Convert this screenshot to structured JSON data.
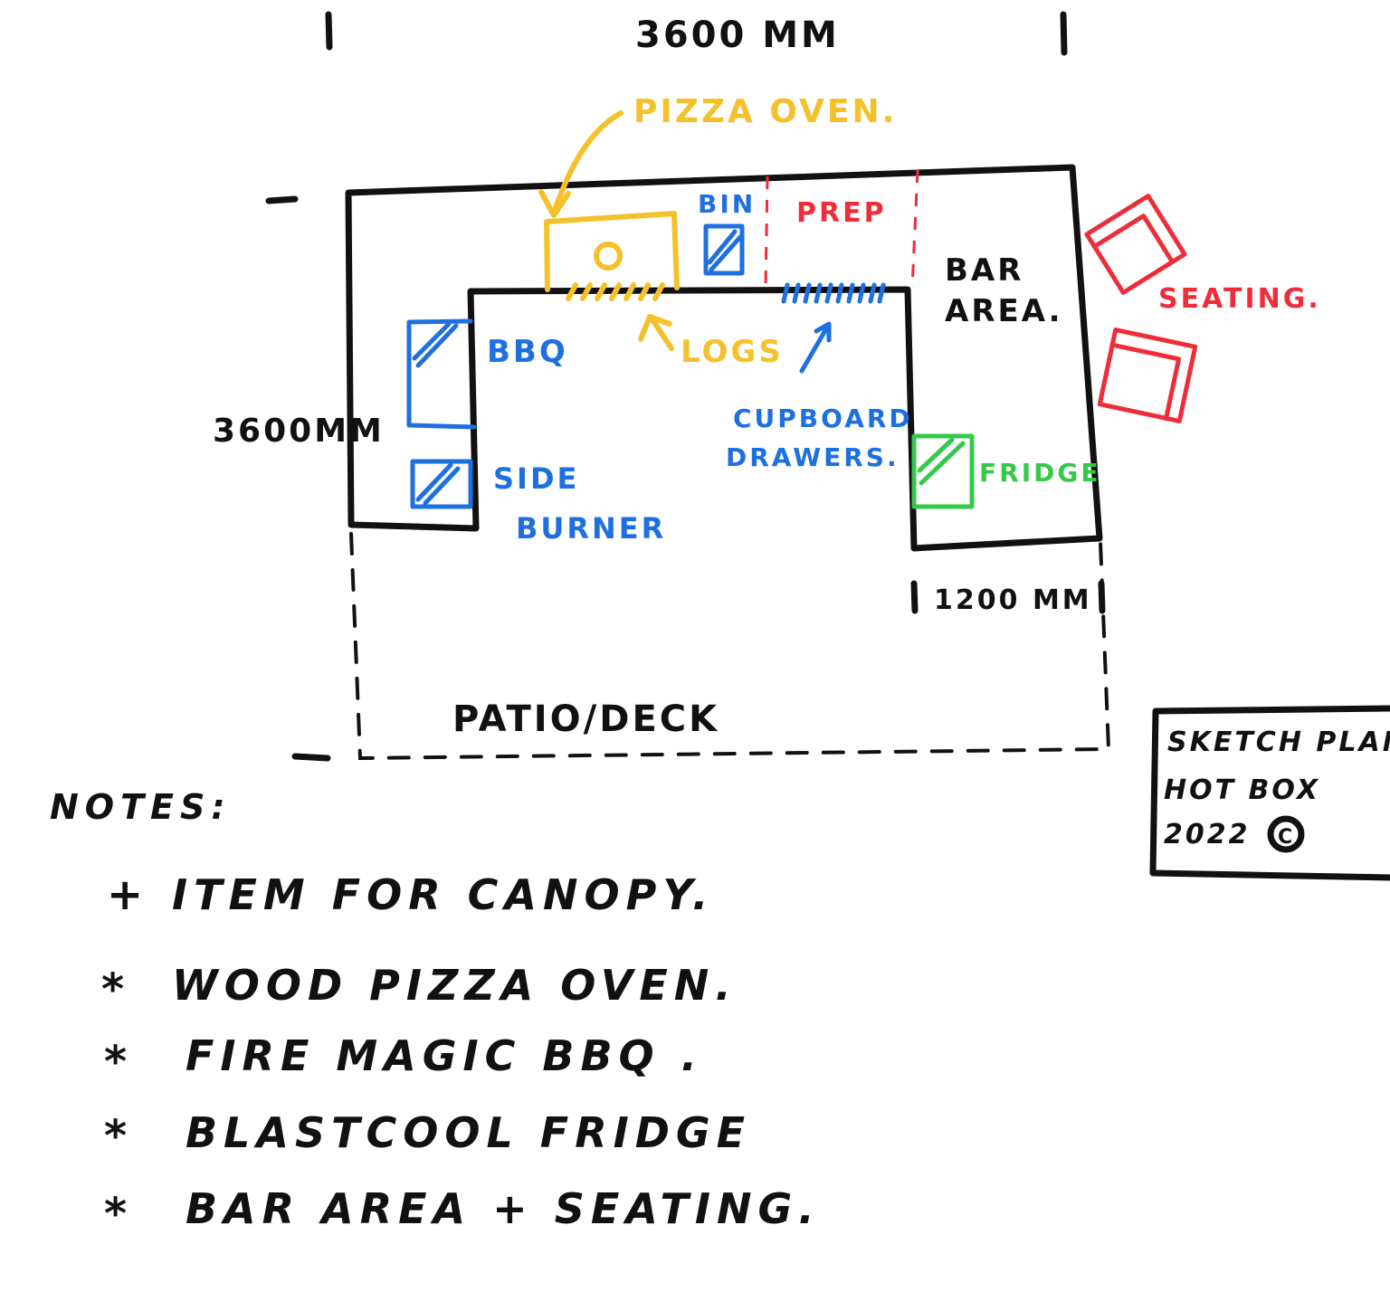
{
  "dimensions": {
    "top_width": "3600 MM",
    "left_height": "3600MM",
    "right_depth": "1200 MM"
  },
  "labels": {
    "pizza_oven": "PIZZA OVEN.",
    "logs": "LOGS",
    "bin": "BIN",
    "prep": "PREP",
    "bar_area_line1": "BAR",
    "bar_area_line2": "AREA.",
    "seating": "SEATING.",
    "bbq": "BBQ",
    "side_burner_line1": "SIDE",
    "side_burner_line2": "BURNER",
    "cupboard_line1": "CUPBOARD",
    "cupboard_line2": "DRAWERS.",
    "fridge": "FRIDGE",
    "patio": "PATIO/DECK"
  },
  "title_block": {
    "line1": "SKETCH PLAN",
    "line2": "HOT BOX",
    "line3": "2022",
    "copyright": "C"
  },
  "notes": {
    "heading": "NOTES:",
    "items": [
      {
        "bullet": "+",
        "text": "ITEM FOR CANOPY."
      },
      {
        "bullet": "*",
        "text": "WOOD PIZZA OVEN."
      },
      {
        "bullet": "*",
        "text": "FIRE MAGIC BBQ ."
      },
      {
        "bullet": "*",
        "text": "BLASTCOOL FRIDGE"
      },
      {
        "bullet": "*",
        "text": "BAR AREA + SEATING."
      }
    ]
  },
  "colors": {
    "black": "#111111",
    "yellow": "#f5c12b",
    "blue": "#1e6fe0",
    "red": "#ee2d3a",
    "green": "#35c94a"
  }
}
